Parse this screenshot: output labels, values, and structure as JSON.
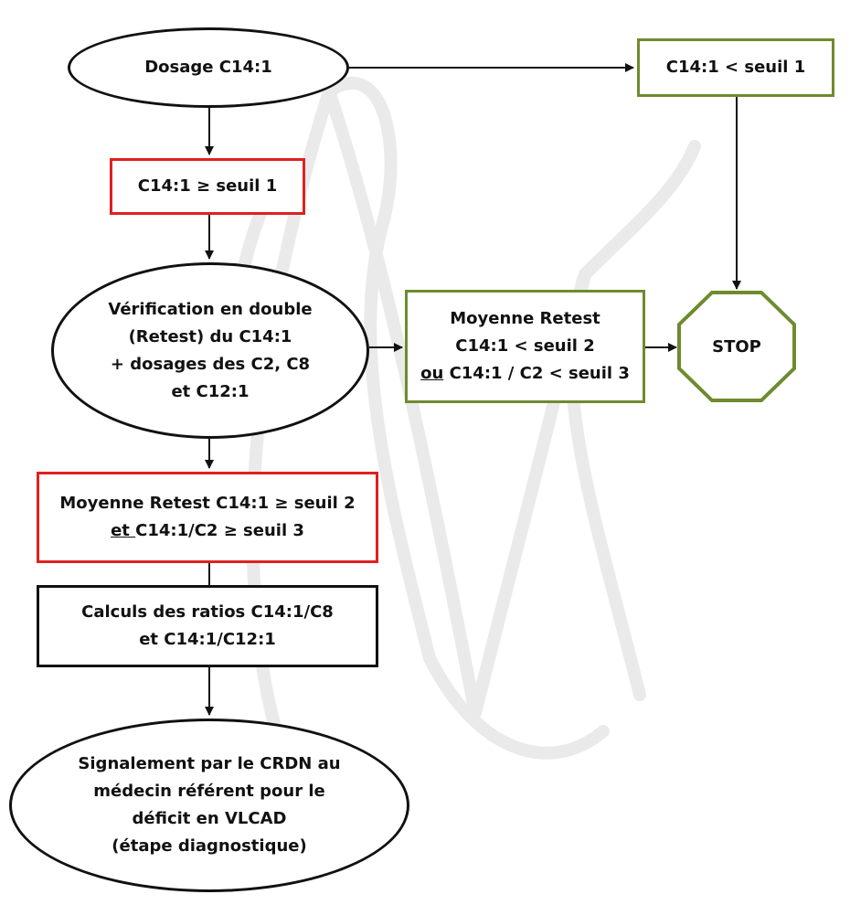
{
  "nodes": {
    "dosage": {
      "line1": "Dosage C14:1"
    },
    "below_threshold1": {
      "line1": "C14:1 < seuil 1"
    },
    "above_threshold1": {
      "line1": "C14:1 ≥ seuil 1"
    },
    "verification": {
      "line1": "Vérification en double",
      "line2": "(Retest) du C14:1",
      "line3": "+ dosages des C2, C8",
      "line4": "et C12:1"
    },
    "retest_low": {
      "line1": "Moyenne Retest",
      "line2": "C14:1 < seuil 2",
      "line3_prefix": "ou",
      "line3_rest": " C14:1 / C2 < seuil 3"
    },
    "stop": {
      "label": "STOP"
    },
    "retest_high": {
      "line1": "Moyenne Retest C14:1 ≥ seuil 2",
      "line2_prefix": "et ",
      "line2_rest": "C14:1/C2 ≥ seuil 3"
    },
    "ratios": {
      "line1": "Calculs des ratios C14:1/C8",
      "line2": "et C14:1/C12:1"
    },
    "signalement": {
      "line1": "Signalement par le CRDN au",
      "line2": "médecin référent pour le",
      "line3": "déficit en VLCAD",
      "line4": "(étape diagnostique)"
    }
  },
  "colors": {
    "neutral_border": "#111111",
    "positive_border": "#e02020",
    "negative_border": "#6e8b2e",
    "watermark": "#d9d9d9"
  }
}
